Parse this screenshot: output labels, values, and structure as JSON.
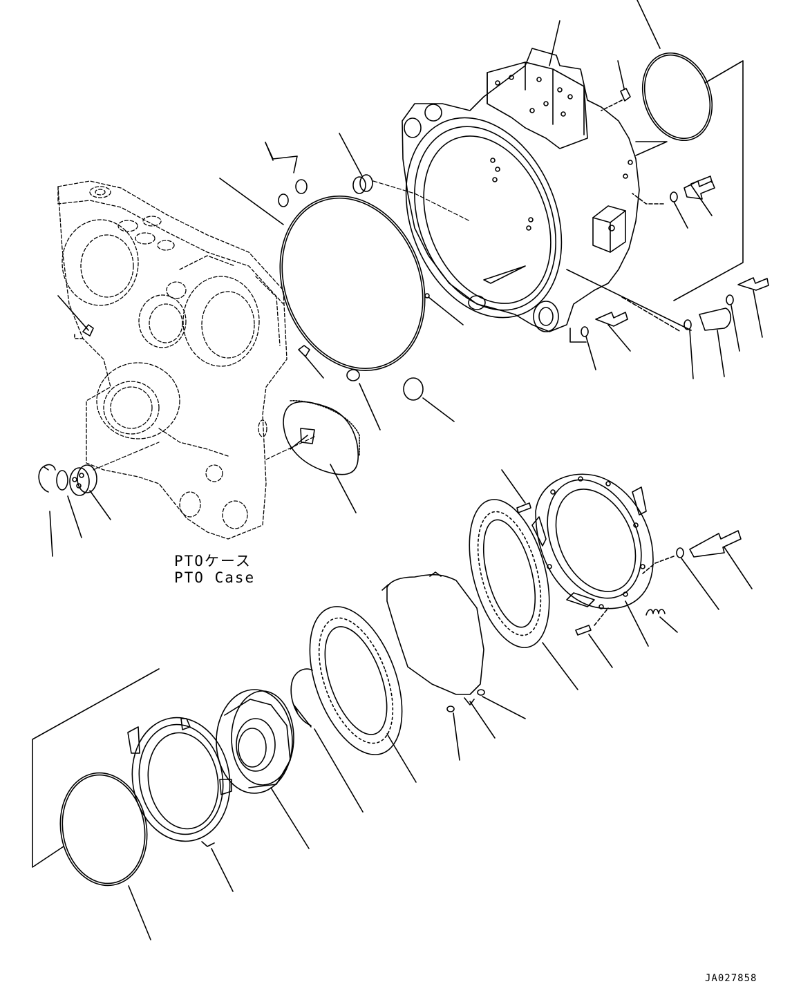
{
  "labels": {
    "pto_case_jp": "PTOケース",
    "pto_case_en": "PTO Case",
    "drawing_id": "JA027858"
  }
}
